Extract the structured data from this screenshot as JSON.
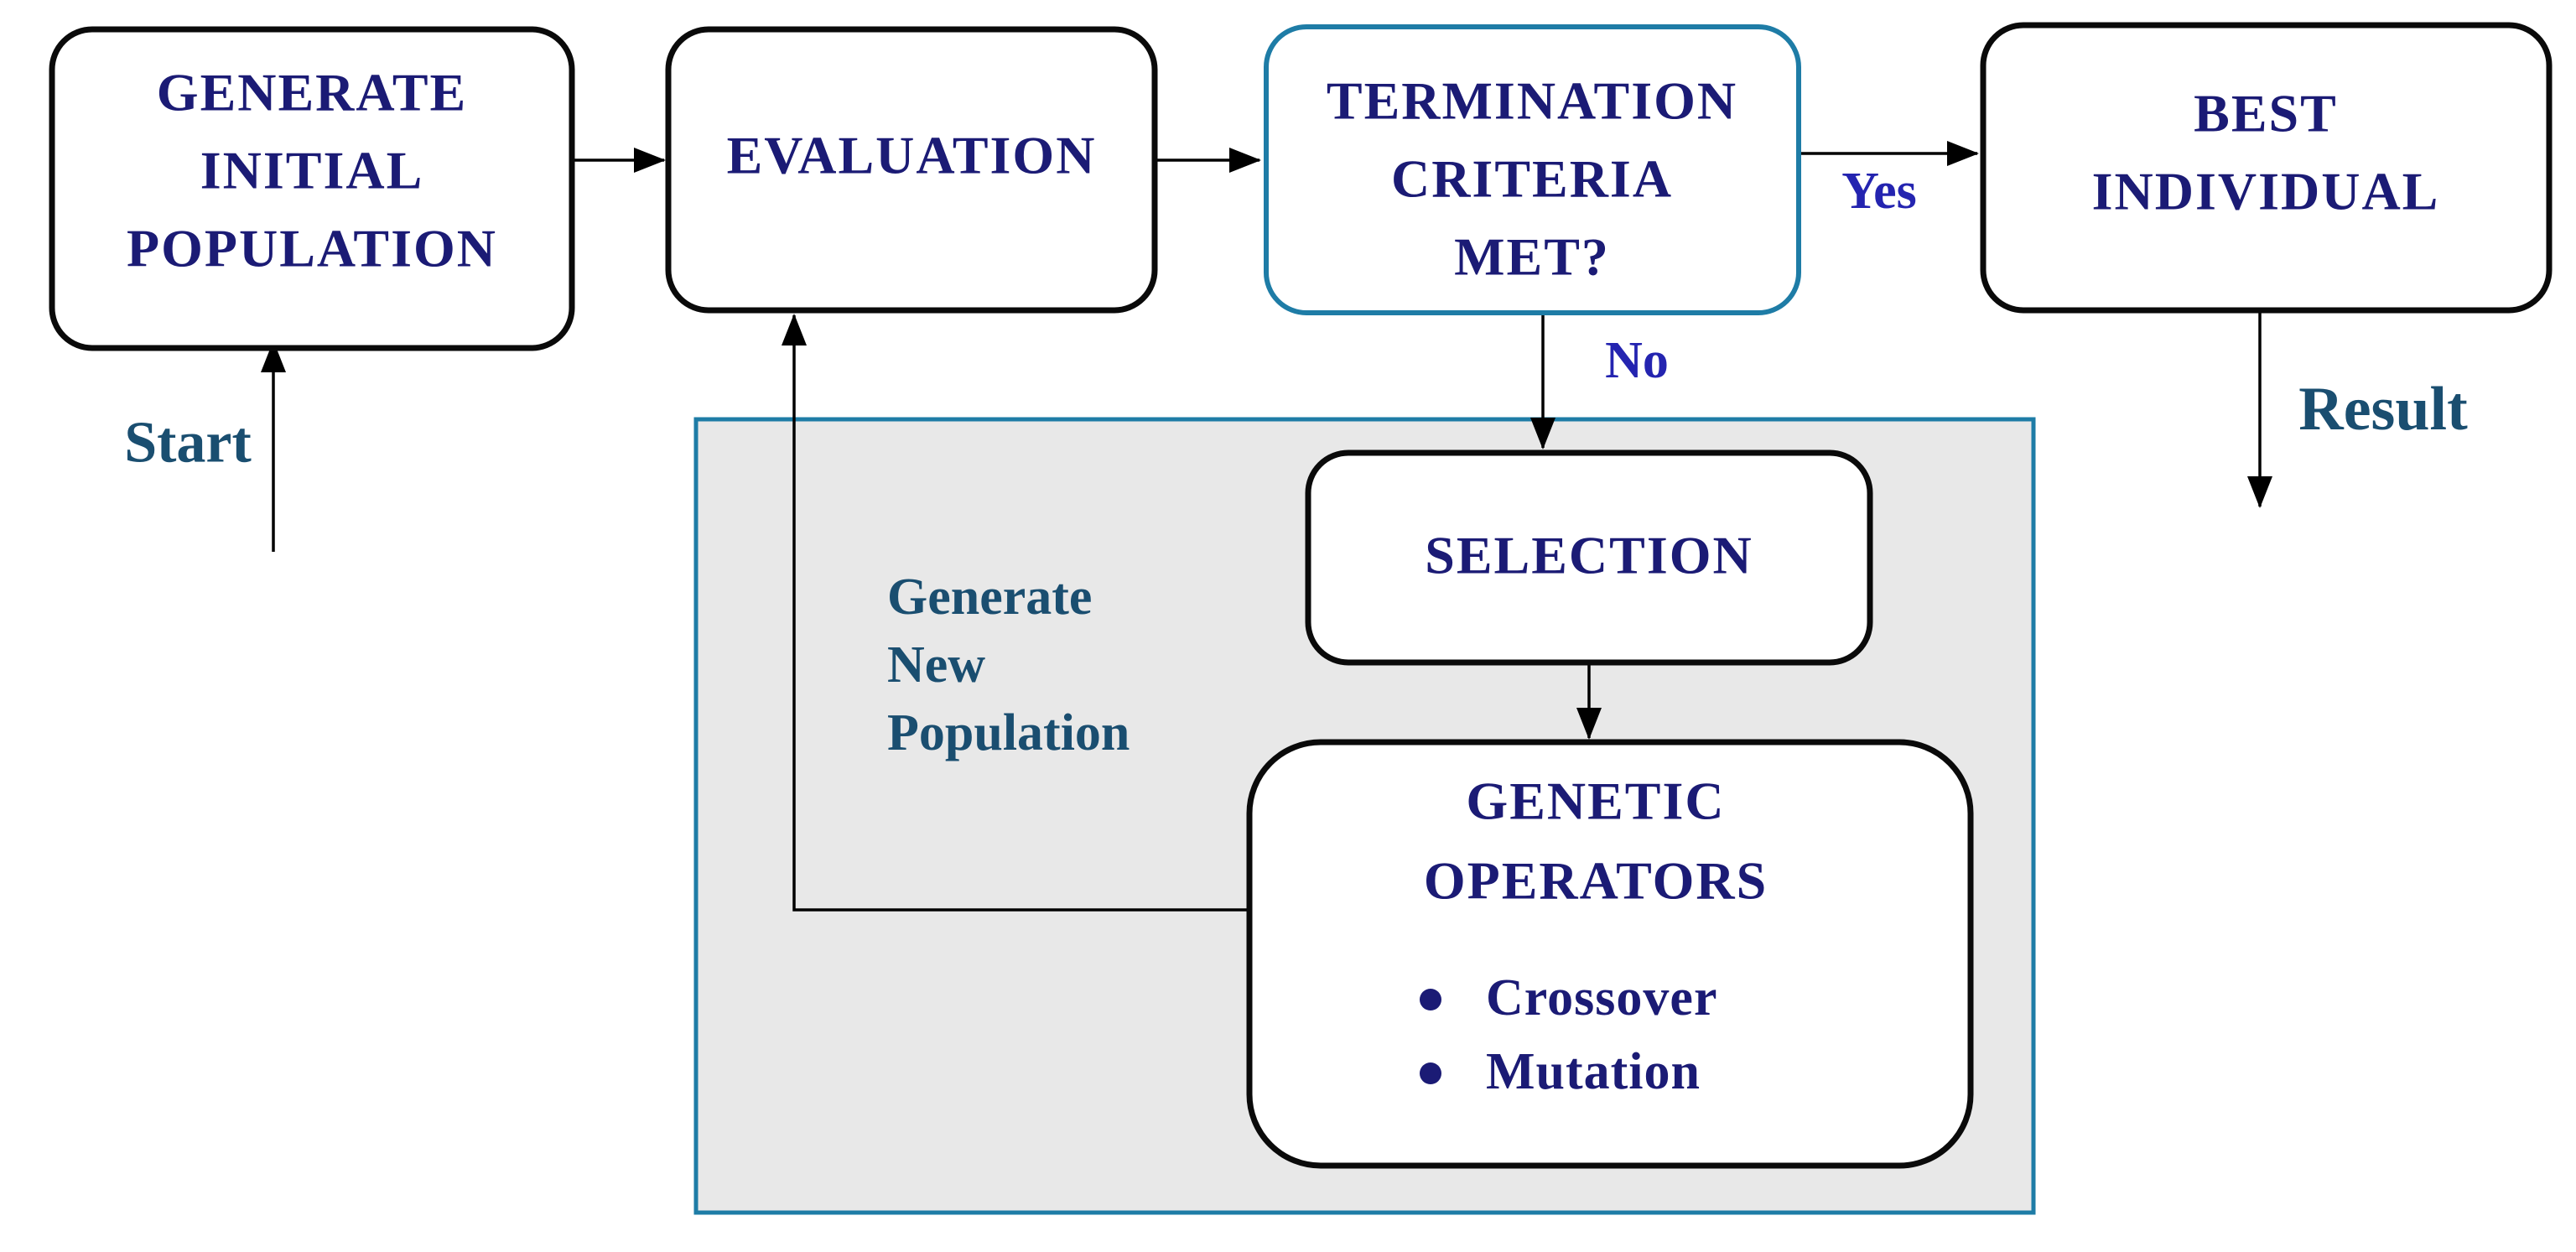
{
  "boxes": {
    "generate_initial_population": {
      "lines": [
        "GENERATE",
        "INITIAL",
        "POPULATION"
      ]
    },
    "evaluation": {
      "lines": [
        "EVALUATION"
      ]
    },
    "termination": {
      "lines": [
        "TERMINATION",
        "CRITERIA",
        "MET?"
      ]
    },
    "best_individual": {
      "lines": [
        "BEST",
        "INDIVIDUAL"
      ]
    },
    "selection": {
      "lines": [
        "SELECTION"
      ]
    },
    "genetic_operators": {
      "lines": [
        "GENETIC",
        "OPERATORS"
      ],
      "bullets": [
        "Crossover",
        "Mutation"
      ]
    }
  },
  "labels": {
    "start": "Start",
    "yes": "Yes",
    "no": "No",
    "result": "Result",
    "generate_new_population": [
      "Generate",
      "New",
      "Population"
    ]
  },
  "colors": {
    "background": "#ffffff",
    "box_border": "#0a0a0a",
    "box_text": "#1b1b75",
    "termination_border": "#1e7ca6",
    "loop_region_fill": "#e8e8e8",
    "loop_region_border": "#1e7ca6",
    "branch_label": "#2424b0",
    "flow_label": "#1a4e70",
    "arrow": "#000000"
  }
}
